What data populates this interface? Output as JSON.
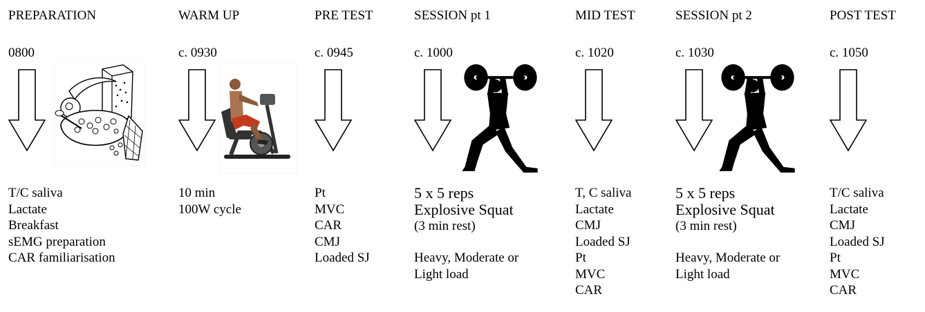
{
  "phases": [
    {
      "title": "PREPARATION",
      "time": "0800",
      "items": [
        "T/C saliva",
        "Lactate",
        "Breakfast",
        "sEMG preparation",
        "CAR familiarisation"
      ]
    },
    {
      "title": "WARM UP",
      "time": "c. 0930",
      "items": [
        "10 min",
        "100W cycle"
      ]
    },
    {
      "title": "PRE TEST",
      "time": "c. 0945",
      "items": [
        "Pt",
        "MVC",
        "CAR",
        "CMJ",
        "Loaded SJ"
      ]
    },
    {
      "title": "SESSION pt 1",
      "time": "c. 1000",
      "session": {
        "line1": "5 x 5 reps",
        "line2": "Explosive Squat",
        "line3": "(3 min rest)",
        "line4": "Heavy, Moderate or",
        "line5": "Light load"
      }
    },
    {
      "title": "MID TEST",
      "time": "c. 1020",
      "items": [
        "T, C saliva",
        "Lactate",
        "CMJ",
        "Loaded SJ",
        "Pt",
        "MVC",
        "CAR"
      ]
    },
    {
      "title": "SESSION pt 2",
      "time": "c. 1030",
      "session": {
        "line1": "5 x 5 reps",
        "line2": "Explosive Squat",
        "line3": "(3 min rest)",
        "line4": "Heavy, Moderate or",
        "line5": "Light load"
      }
    },
    {
      "title": "POST TEST",
      "time": "c. 1050",
      "items": [
        "T/C saliva",
        "Lactate",
        "CMJ",
        "Loaded SJ",
        "Pt",
        "MVC",
        "CAR"
      ]
    }
  ],
  "icons": {
    "breakfast": "breakfast-illustration",
    "cycle": "exercise-bike-illustration",
    "lifter": "weightlifter-silhouette",
    "arrow": "down-arrow-icon"
  }
}
